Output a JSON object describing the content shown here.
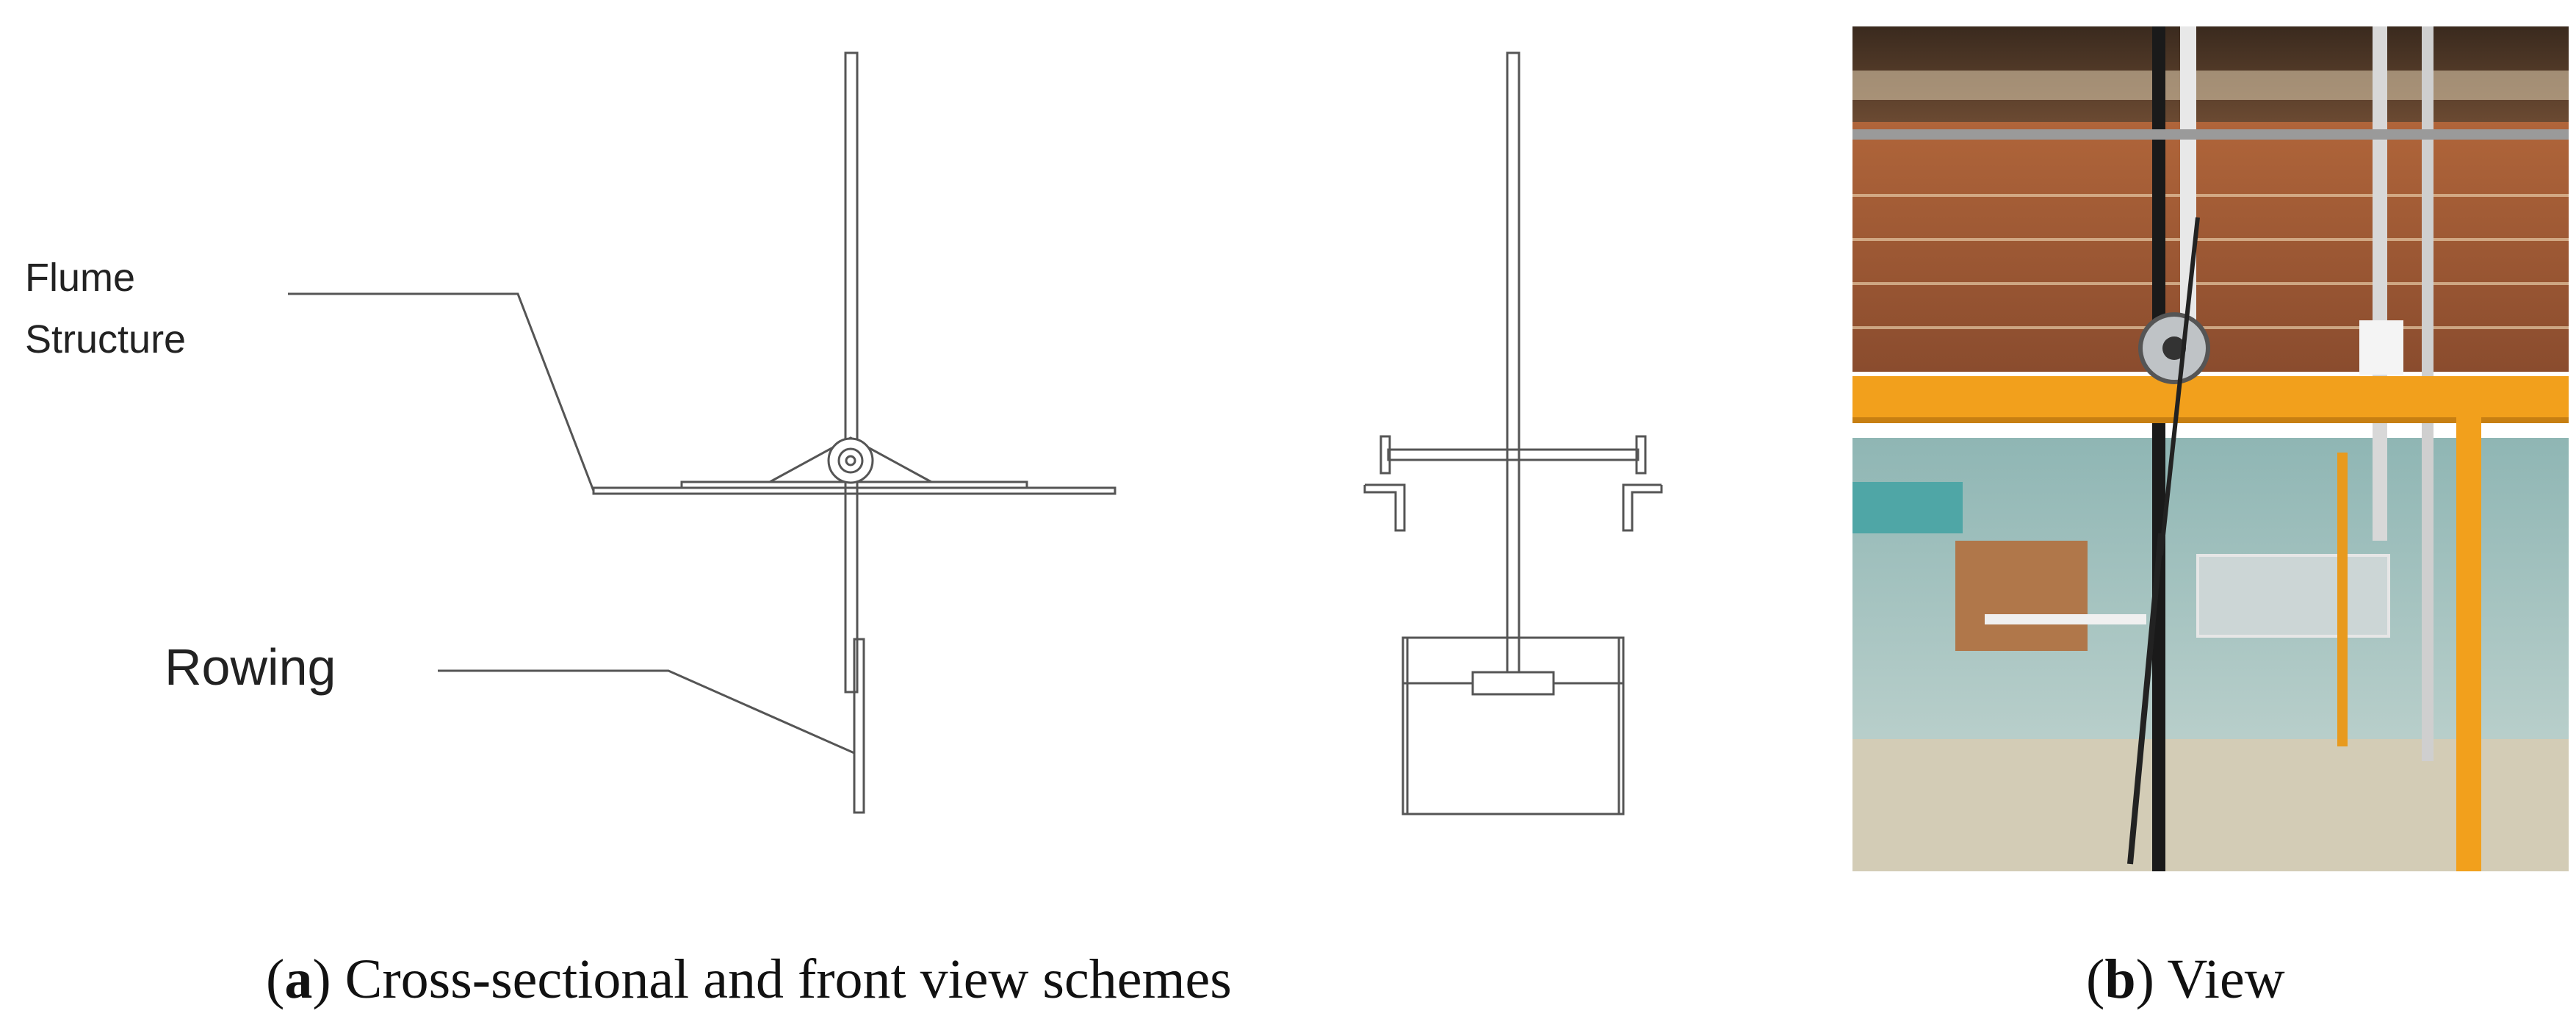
{
  "labels": {
    "flume_line1": "Flume",
    "flume_line2": "Structure",
    "rowing": "Rowing"
  },
  "captions": {
    "a_letter": "a",
    "a_text": "Cross-sectional and front view schemes",
    "b_letter": "b",
    "b_text": "View"
  },
  "colors": {
    "line": "#555555",
    "beam_orange": "#f2a01c",
    "water": "#a9c9c7"
  }
}
